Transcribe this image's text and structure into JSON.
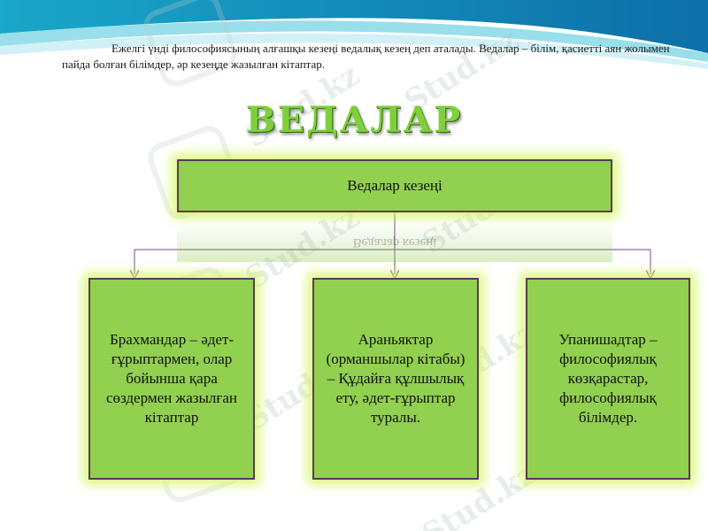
{
  "intro_text": "Ежелгі үнді философиясының алғашқы кезеңі ведалық кезең деп аталады. Ведалар – білім, қасиетті аян жолымен пайда болған білімдер, әр кезеңде жазылған кітаптар.",
  "title": "ВЕДАЛАР",
  "diagram": {
    "root": "Ведалар  кезеңі",
    "children": [
      "Брахмандар – әдет-ғұрыптармен, олар бойынша қара сөздермен жазылған кітаптар",
      "Араньяктар (орманшылар кітабы) – Құдайға құлшылық ету, әдет-ғұрыптар туралы.",
      "Упанишадтар  – философиялық көзқарастар, философиялық білімдер."
    ]
  },
  "watermark": "Stud.kz",
  "colors": {
    "box_fill": "#92d050",
    "box_border": "#5a3a5a",
    "glow": "#d2f550",
    "title": "#7fcf3a",
    "connector": "#8a6a9a"
  }
}
